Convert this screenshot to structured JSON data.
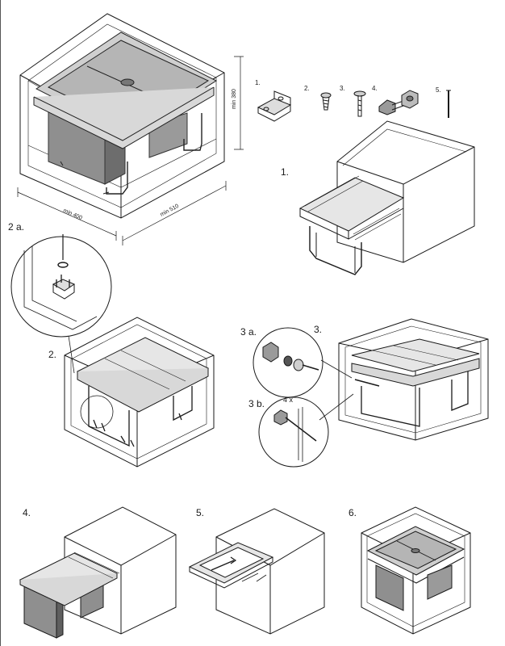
{
  "dimensions": {
    "height": "min 380",
    "width": "min 400",
    "depth": "min 510"
  },
  "parts": [
    {
      "num": "1.",
      "icon": "bracket-icon"
    },
    {
      "num": "2.",
      "icon": "screw-icon"
    },
    {
      "num": "3.",
      "icon": "bolt-icon"
    },
    {
      "num": "4.",
      "icon": "adjuster-icon"
    },
    {
      "num": "5.",
      "icon": "nail-icon"
    }
  ],
  "steps": {
    "s1": "1.",
    "s2a": "2 a.",
    "s2": "2.",
    "s3a": "3 a.",
    "s3": "3.",
    "s3b": "3 b.",
    "qty": "4 x",
    "s4": "4.",
    "s5": "5.",
    "s6": "6."
  },
  "colors": {
    "lines": "#1a1a1a",
    "bin_fill": "#8f8f8f",
    "bin_dark": "#5f5f5f",
    "lid_fill": "#b5b5b5"
  }
}
